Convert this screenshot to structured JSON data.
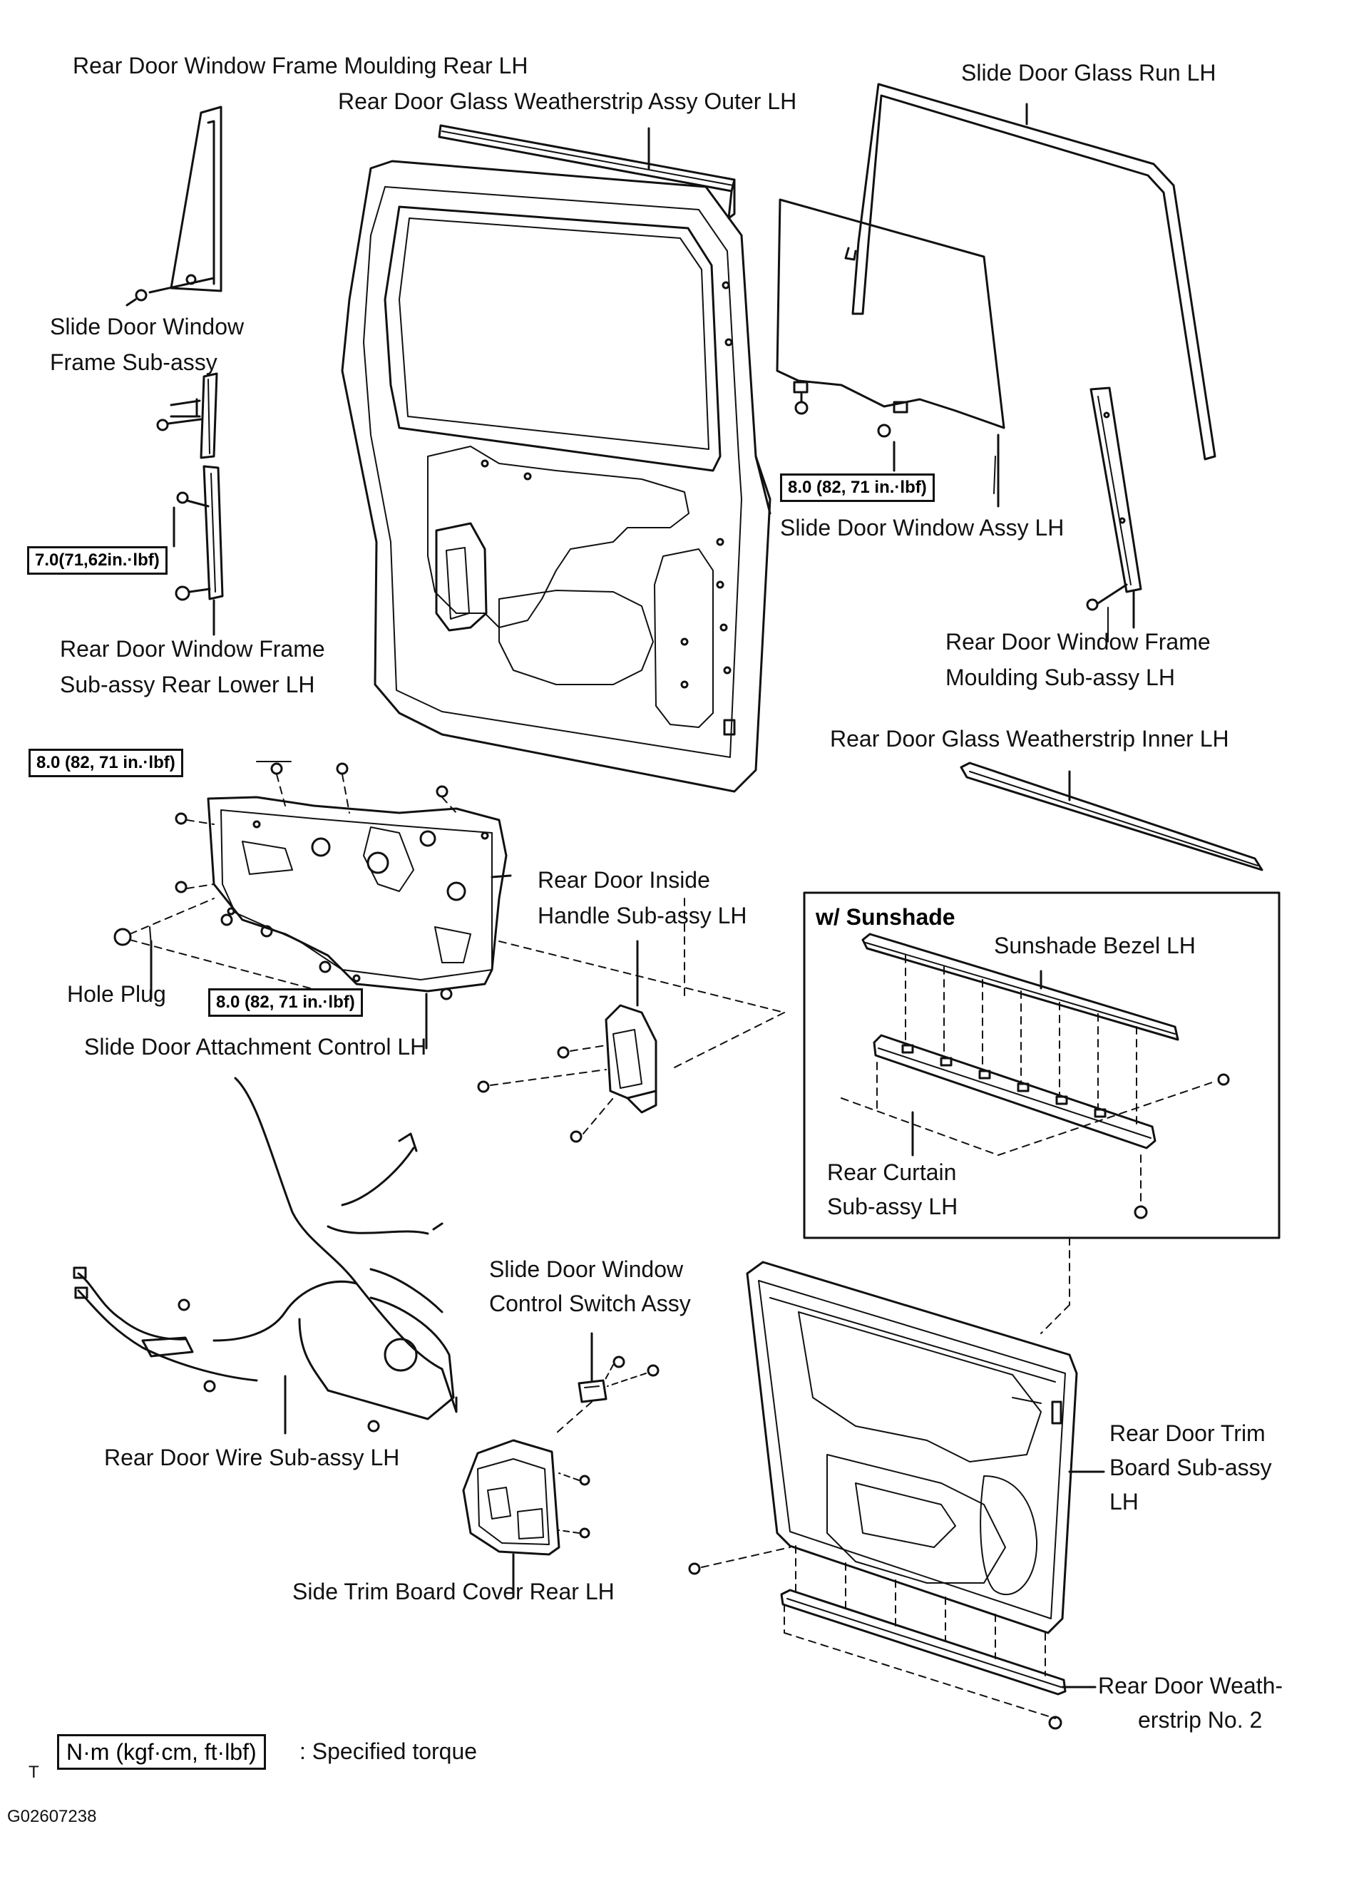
{
  "labels": {
    "frame_moulding_rear": "Rear Door Window Frame Moulding Rear LH",
    "weatherstrip_outer": "Rear Door Glass Weatherstrip Assy Outer LH",
    "glass_run": "Slide Door Glass Run LH",
    "window_frame_subassy_1": "Slide Door Window",
    "window_frame_subassy_2": "Frame Sub-assy",
    "window_assy": "Slide Door Window Assy LH",
    "frame_rear_lower_1": "Rear Door Window Frame",
    "frame_rear_lower_2": "Sub-assy Rear Lower LH",
    "frame_moulding_subassy_1": "Rear Door Window Frame",
    "frame_moulding_subassy_2": "Moulding Sub-assy LH",
    "weatherstrip_inner": "Rear Door Glass Weatherstrip Inner LH",
    "inside_handle_1": "Rear Door Inside",
    "inside_handle_2": "Handle Sub-assy LH",
    "hole_plug": "Hole Plug",
    "attachment_control": "Slide Door Attachment Control LH",
    "sunshade_bezel": "Sunshade Bezel LH",
    "rear_curtain_1": "Rear Curtain",
    "rear_curtain_2": "Sub-assy LH",
    "switch_assy_1": "Slide Door Window",
    "switch_assy_2": "Control Switch Assy",
    "wire_subassy": "Rear Door Wire Sub-assy LH",
    "trim_board_1": "Rear Door Trim",
    "trim_board_2": "Board Sub-assy",
    "trim_board_3": "LH",
    "trim_cover": "Side Trim Board Cover Rear LH",
    "weatherstrip_no2_1": "Rear Door Weath-",
    "weatherstrip_no2_2": "erstrip No. 2"
  },
  "torques": {
    "t_window": "8.0 (82, 71 in.·lbf)",
    "t_frame": "7.0(71,62in.·lbf)",
    "t_control_top": "8.0 (82, 71 in.·lbf)",
    "t_control_bottom": "8.0 (82, 71 in.·lbf)"
  },
  "inset": {
    "title": "w/ Sunshade"
  },
  "legend": {
    "unit": "N·m (kgf·cm, ft·lbf)",
    "text": ": Specified torque",
    "marker": "T"
  },
  "figure_code": "G02607238"
}
